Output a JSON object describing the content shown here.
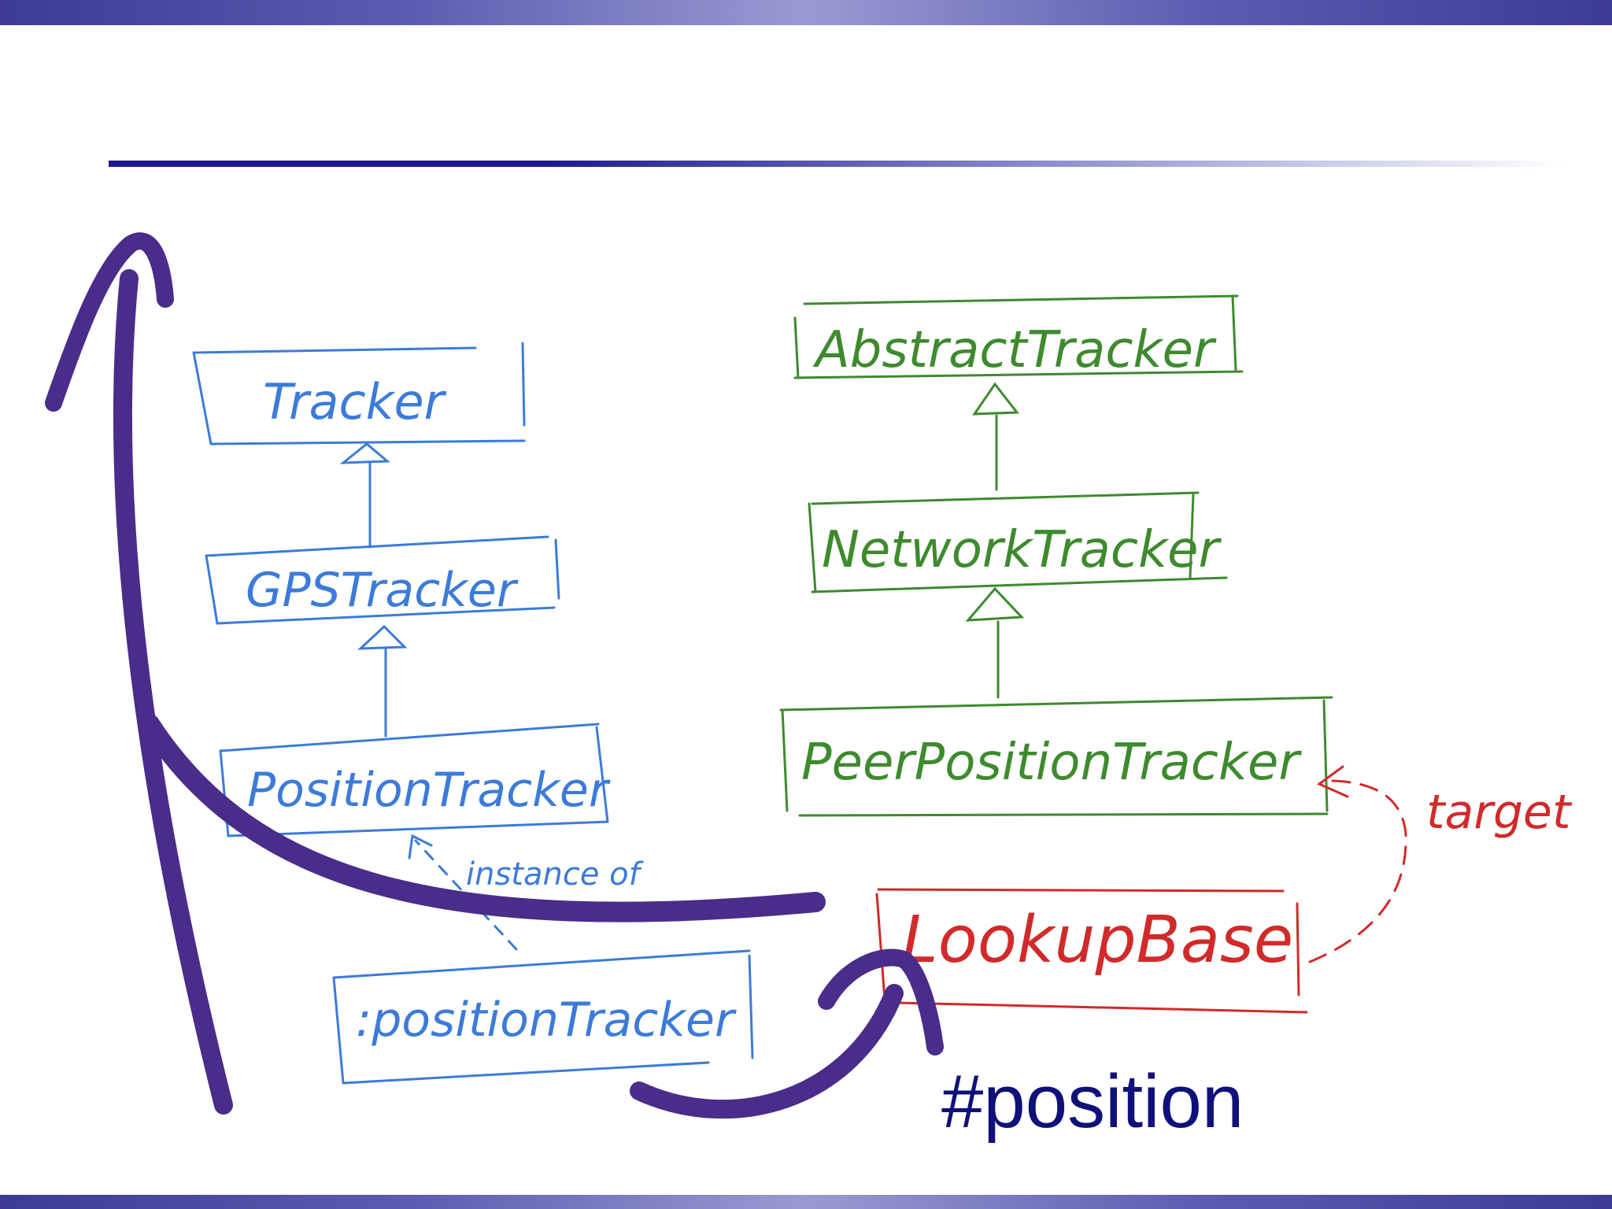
{
  "slide": {
    "hashtag": "#position"
  },
  "classes": {
    "tracker": "Tracker",
    "gps_tracker": "GPSTracker",
    "position_tracker": "PositionTracker",
    "position_tracker_instance": ":positionTracker",
    "abstract_tracker": "AbstractTracker",
    "network_tracker": "NetworkTracker",
    "peer_position_tracker": "PeerPositionTracker",
    "lookup_base": "LookupBase"
  },
  "relations": {
    "instance_of": "instance of",
    "target": "target"
  },
  "colors": {
    "blue_hierarchy": "#3c7bd9",
    "green_hierarchy": "#3e8a2e",
    "red_lookup": "#d12a2a",
    "purple_arrows": "#4a2c8a",
    "hashtag_text": "#10107a",
    "header_bar": "#3d3a96"
  },
  "icons": {
    "inheritance_arrow": "hollow-triangle-arrow-icon",
    "dependency_arrow": "open-arrowhead-icon"
  }
}
